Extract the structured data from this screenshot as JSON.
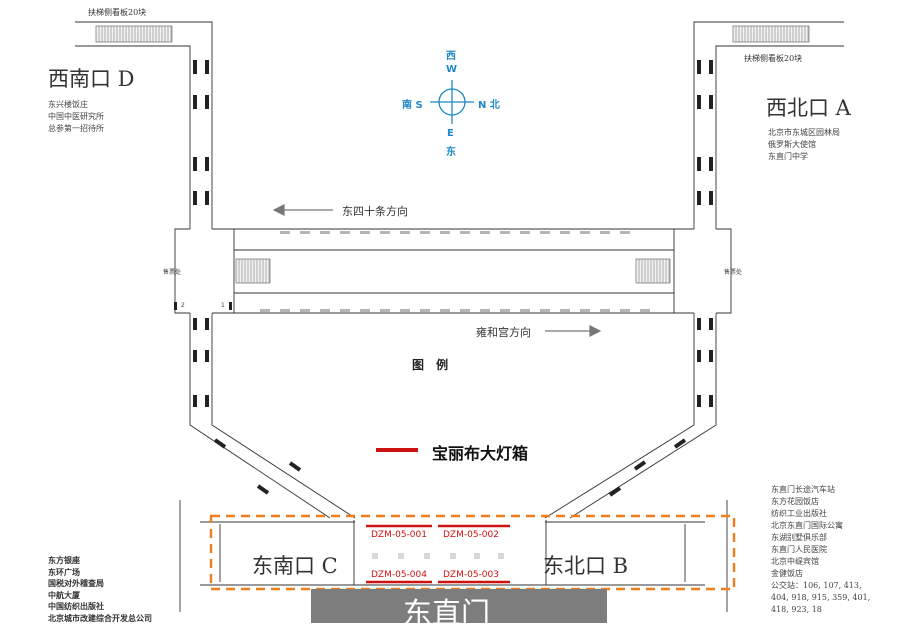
{
  "station_name": "东直门",
  "compass": {
    "north": "N 北",
    "south": "南 S",
    "west_cn": "西",
    "west_en": "W",
    "east_en": "E",
    "east_cn": "东"
  },
  "exits": {
    "sw": {
      "title": "西南口 D",
      "places": [
        "东兴楼饭庄",
        "中国中医研究所",
        "总参第一招待所"
      ]
    },
    "nw": {
      "title": "西北口 A",
      "places": [
        "北京市东城区园林局",
        "俄罗斯大使馆",
        "东直门中学"
      ]
    },
    "se": {
      "title": "东南口 C",
      "places": [
        "东方银座",
        "东环广场",
        "国税对外稽查局",
        "中航大厦",
        "中国纺织出版社",
        "北京城市改建综合开发总公司"
      ]
    },
    "ne": {
      "title": "东北口 B",
      "places": [
        "东直门长途汽车站",
        "东方花园饭店",
        "纺织工业出版社",
        "北京东直门国际公寓",
        "东湖别墅俱乐部",
        "东直门人民医院",
        "北京中缇宾馆",
        "金健饭店",
        "公交站：106, 107, 413,",
        "404, 918, 915, 359, 401,",
        "418, 923, 18"
      ]
    }
  },
  "escalator_notes": {
    "left": "扶梯侧看板20块",
    "right": "扶梯侧看板20块"
  },
  "directions": {
    "top": "东四十条方向",
    "bottom": "雍和宫方向"
  },
  "ticket_office": {
    "left": "售票处",
    "right": "售票处"
  },
  "platform_marks": {
    "left": "2",
    "right": "1"
  },
  "legend": {
    "title": "图 例",
    "item_label": "宝丽布大灯箱",
    "item_color": "#cc1111"
  },
  "lightboxes": [
    "DZM-05-001",
    "DZM-05-002",
    "DZM-05-004",
    "DZM-05-003"
  ],
  "colors": {
    "highlight_dash": "#f07d1e",
    "station_box": "#7d7d7d",
    "compass": "#1e88c8"
  }
}
